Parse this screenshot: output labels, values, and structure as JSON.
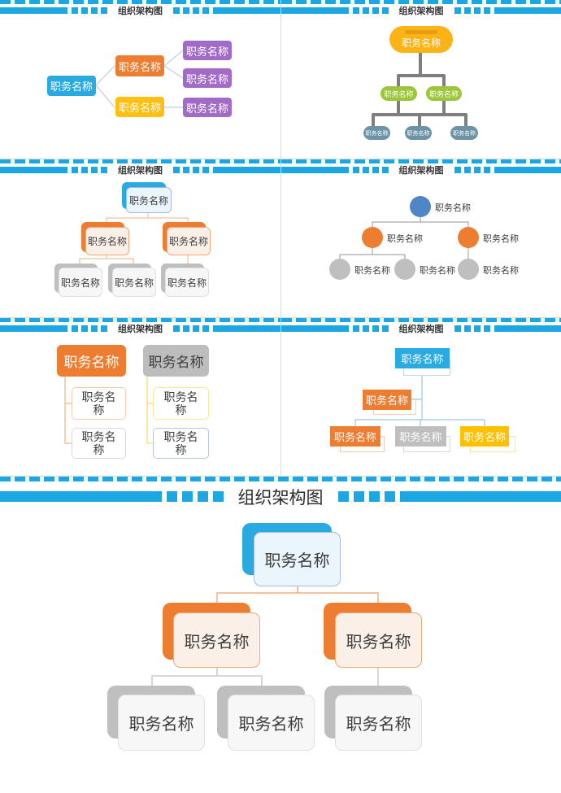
{
  "shared": {
    "panel_header": "组织架构图",
    "node_label": "职务名称"
  },
  "colors": {
    "accent_blue": "#1CA7E2",
    "node_blue": "#29ABE2",
    "node_orange": "#ED7D31",
    "node_yellow": "#FFC013",
    "node_purple": "#A36BC8",
    "node_green": "#9BC53D",
    "node_slate": "#6D93A7",
    "node_gray": "#BFBFBF",
    "circle_blue": "#4E86C6",
    "pill_yellow": "#FBB316",
    "panel6_yellow": "#FFC000",
    "text_dark": "#3D3D3D",
    "wire_gray_thick": "#7F7F7F",
    "wire_light_orange": "#F4B183",
    "wire_light_yellow": "#FFD966",
    "wire_light_blue": "#9DC3E6"
  },
  "panels": {
    "p1": {
      "header": "组织架构图",
      "nodes": [
        {
          "label": "职务名称",
          "color": "blue"
        },
        {
          "label": "职务名称",
          "color": "orange"
        },
        {
          "label": "职务名称",
          "color": "yellow"
        },
        {
          "label": "职务名称",
          "color": "purple"
        },
        {
          "label": "职务名称",
          "color": "purple"
        },
        {
          "label": "职务名称",
          "color": "purple"
        }
      ]
    },
    "p2": {
      "header": "组织架构图",
      "nodes": [
        {
          "label": "职务名称",
          "color": "yellow"
        },
        {
          "label": "职务名称",
          "color": "green"
        },
        {
          "label": "职务名称",
          "color": "green"
        },
        {
          "label": "职务名称",
          "color": "slate"
        },
        {
          "label": "职务名称",
          "color": "slate"
        },
        {
          "label": "职务名称",
          "color": "slate"
        }
      ]
    },
    "p3": {
      "header": "组织架构图",
      "nodes": [
        {
          "label": "职务名称",
          "color": "blue"
        },
        {
          "label": "职务名称",
          "color": "orange"
        },
        {
          "label": "职务名称",
          "color": "orange"
        },
        {
          "label": "职务名称",
          "color": "gray"
        },
        {
          "label": "职务名称",
          "color": "gray"
        },
        {
          "label": "职务名称",
          "color": "gray"
        }
      ]
    },
    "p4": {
      "header": "组织架构图",
      "nodes": [
        {
          "label": "职务名称",
          "color": "blue"
        },
        {
          "label": "职务名称",
          "color": "orange"
        },
        {
          "label": "职务名称",
          "color": "orange"
        },
        {
          "label": "职务名称",
          "color": "gray"
        },
        {
          "label": "职务名称",
          "color": "gray"
        },
        {
          "label": "职务名称",
          "color": "gray"
        }
      ]
    },
    "p5": {
      "header": "组织架构图",
      "nodes": [
        {
          "label": "职务名称",
          "color": "orange"
        },
        {
          "label": "职务名称",
          "color": "gray"
        },
        {
          "label": "职务名称",
          "color": "white"
        },
        {
          "label": "职务名称",
          "color": "white"
        },
        {
          "label": "职务名称",
          "color": "white"
        },
        {
          "label": "职务名称",
          "color": "white"
        }
      ]
    },
    "p6": {
      "header": "组织架构图",
      "nodes": [
        {
          "label": "职务名称",
          "color": "blue"
        },
        {
          "label": "职务名称",
          "color": "orange"
        },
        {
          "label": "职务名称",
          "color": "orange"
        },
        {
          "label": "职务名称",
          "color": "gray"
        },
        {
          "label": "职务名称",
          "color": "yellow"
        }
      ]
    },
    "main": {
      "header": "组织架构图",
      "nodes": [
        {
          "label": "职务名称",
          "color": "blue"
        },
        {
          "label": "职务名称",
          "color": "orange"
        },
        {
          "label": "职务名称",
          "color": "orange"
        },
        {
          "label": "职务名称",
          "color": "gray"
        },
        {
          "label": "职务名称",
          "color": "gray"
        },
        {
          "label": "职务名称",
          "color": "gray"
        }
      ]
    }
  }
}
